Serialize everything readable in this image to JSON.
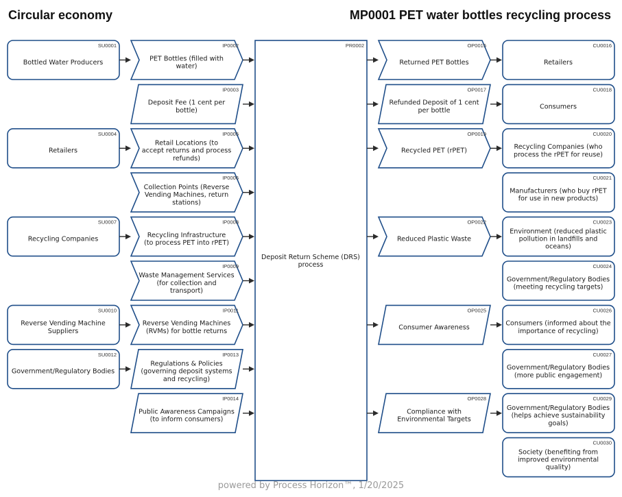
{
  "header": {
    "left_title": "Circular economy",
    "right_title": "MP0001 PET water bottles recycling process"
  },
  "process": {
    "code": "PR0002",
    "label": "Deposit Return Scheme (DRS) process"
  },
  "suppliers": [
    {
      "code": "SU0001",
      "label": "Bottled Water Producers",
      "row": 0
    },
    {
      "code": "SU0004",
      "label": "Retailers",
      "row": 2
    },
    {
      "code": "SU0007",
      "label": "Recycling Companies",
      "row": 4
    },
    {
      "code": "SU0010",
      "label": "Reverse Vending Machine Suppliers",
      "row": 6
    },
    {
      "code": "SU0012",
      "label": "Government/Regulatory Bodies",
      "row": 7
    }
  ],
  "inputs": [
    {
      "code": "IP0002",
      "label": "PET Bottles (filled with water)",
      "row": 0,
      "shape": "chevron"
    },
    {
      "code": "IP0003",
      "label": "Deposit Fee (1 cent per bottle)",
      "row": 1,
      "shape": "parallelogram"
    },
    {
      "code": "IP0005",
      "label": "Retail Locations (to accept returns and process refunds)",
      "row": 2,
      "shape": "chevron"
    },
    {
      "code": "IP0006",
      "label": "Collection Points (Reverse Vending Machines, return stations)",
      "row": 3,
      "shape": "chevron"
    },
    {
      "code": "IP0008",
      "label": "Recycling Infrastructure (to process PET into rPET)",
      "row": 4,
      "shape": "chevron"
    },
    {
      "code": "IP0009",
      "label": "Waste Management Services (for collection and transport)",
      "row": 5,
      "shape": "chevron"
    },
    {
      "code": "IP0011",
      "label": "Reverse Vending Machines (RVMs) for bottle returns",
      "row": 6,
      "shape": "chevron"
    },
    {
      "code": "IP0013",
      "label": "Regulations & Policies (governing deposit systems and recycling)",
      "row": 7,
      "shape": "parallelogram"
    },
    {
      "code": "IP0014",
      "label": "Public Awareness Campaigns (to inform consumers)",
      "row": 8,
      "shape": "parallelogram"
    }
  ],
  "outputs": [
    {
      "code": "OP0015",
      "label": "Returned PET Bottles",
      "row": 0,
      "shape": "chevron"
    },
    {
      "code": "OP0017",
      "label": "Refunded Deposit of 1 cent per bottle",
      "row": 1,
      "shape": "parallelogram"
    },
    {
      "code": "OP0019",
      "label": "Recycled PET (rPET)",
      "row": 2,
      "shape": "chevron"
    },
    {
      "code": "OP0022",
      "label": "Reduced Plastic Waste",
      "row": 4,
      "shape": "chevron"
    },
    {
      "code": "OP0025",
      "label": "Consumer Awareness",
      "row": 6,
      "shape": "parallelogram"
    },
    {
      "code": "OP0028",
      "label": "Compliance with Environmental Targets",
      "row": 8,
      "shape": "parallelogram"
    }
  ],
  "customers": [
    {
      "code": "CU0016",
      "label": "Retailers",
      "row": 0
    },
    {
      "code": "CU0018",
      "label": "Consumers",
      "row": 1
    },
    {
      "code": "CU0020",
      "label": "Recycling Companies (who process the rPET for reuse)",
      "row": 2
    },
    {
      "code": "CU0021",
      "label": "Manufacturers (who buy rPET for use in new products)",
      "row": 3
    },
    {
      "code": "CU0023",
      "label": "Environment (reduced plastic pollution in landfills and oceans)",
      "row": 4
    },
    {
      "code": "CU0024",
      "label": "Government/Regulatory Bodies (meeting recycling targets)",
      "row": 5
    },
    {
      "code": "CU0026",
      "label": "Consumers (informed about the importance of recycling)",
      "row": 6
    },
    {
      "code": "CU0027",
      "label": "Government/Regulatory Bodies (more public engagement)",
      "row": 7
    },
    {
      "code": "CU0029",
      "label": "Government/Regulatory Bodies (helps achieve sustainability goals)",
      "row": 8
    },
    {
      "code": "CU0030",
      "label": "Society (benefiting from improved environmental quality)",
      "row": 9
    }
  ],
  "footer": "powered by Process Horizon™, 1/20/2025",
  "colors": {
    "box_stroke": "#1f4e89",
    "connector": "#2b2b2b",
    "footer_text": "#9a9a9a"
  }
}
